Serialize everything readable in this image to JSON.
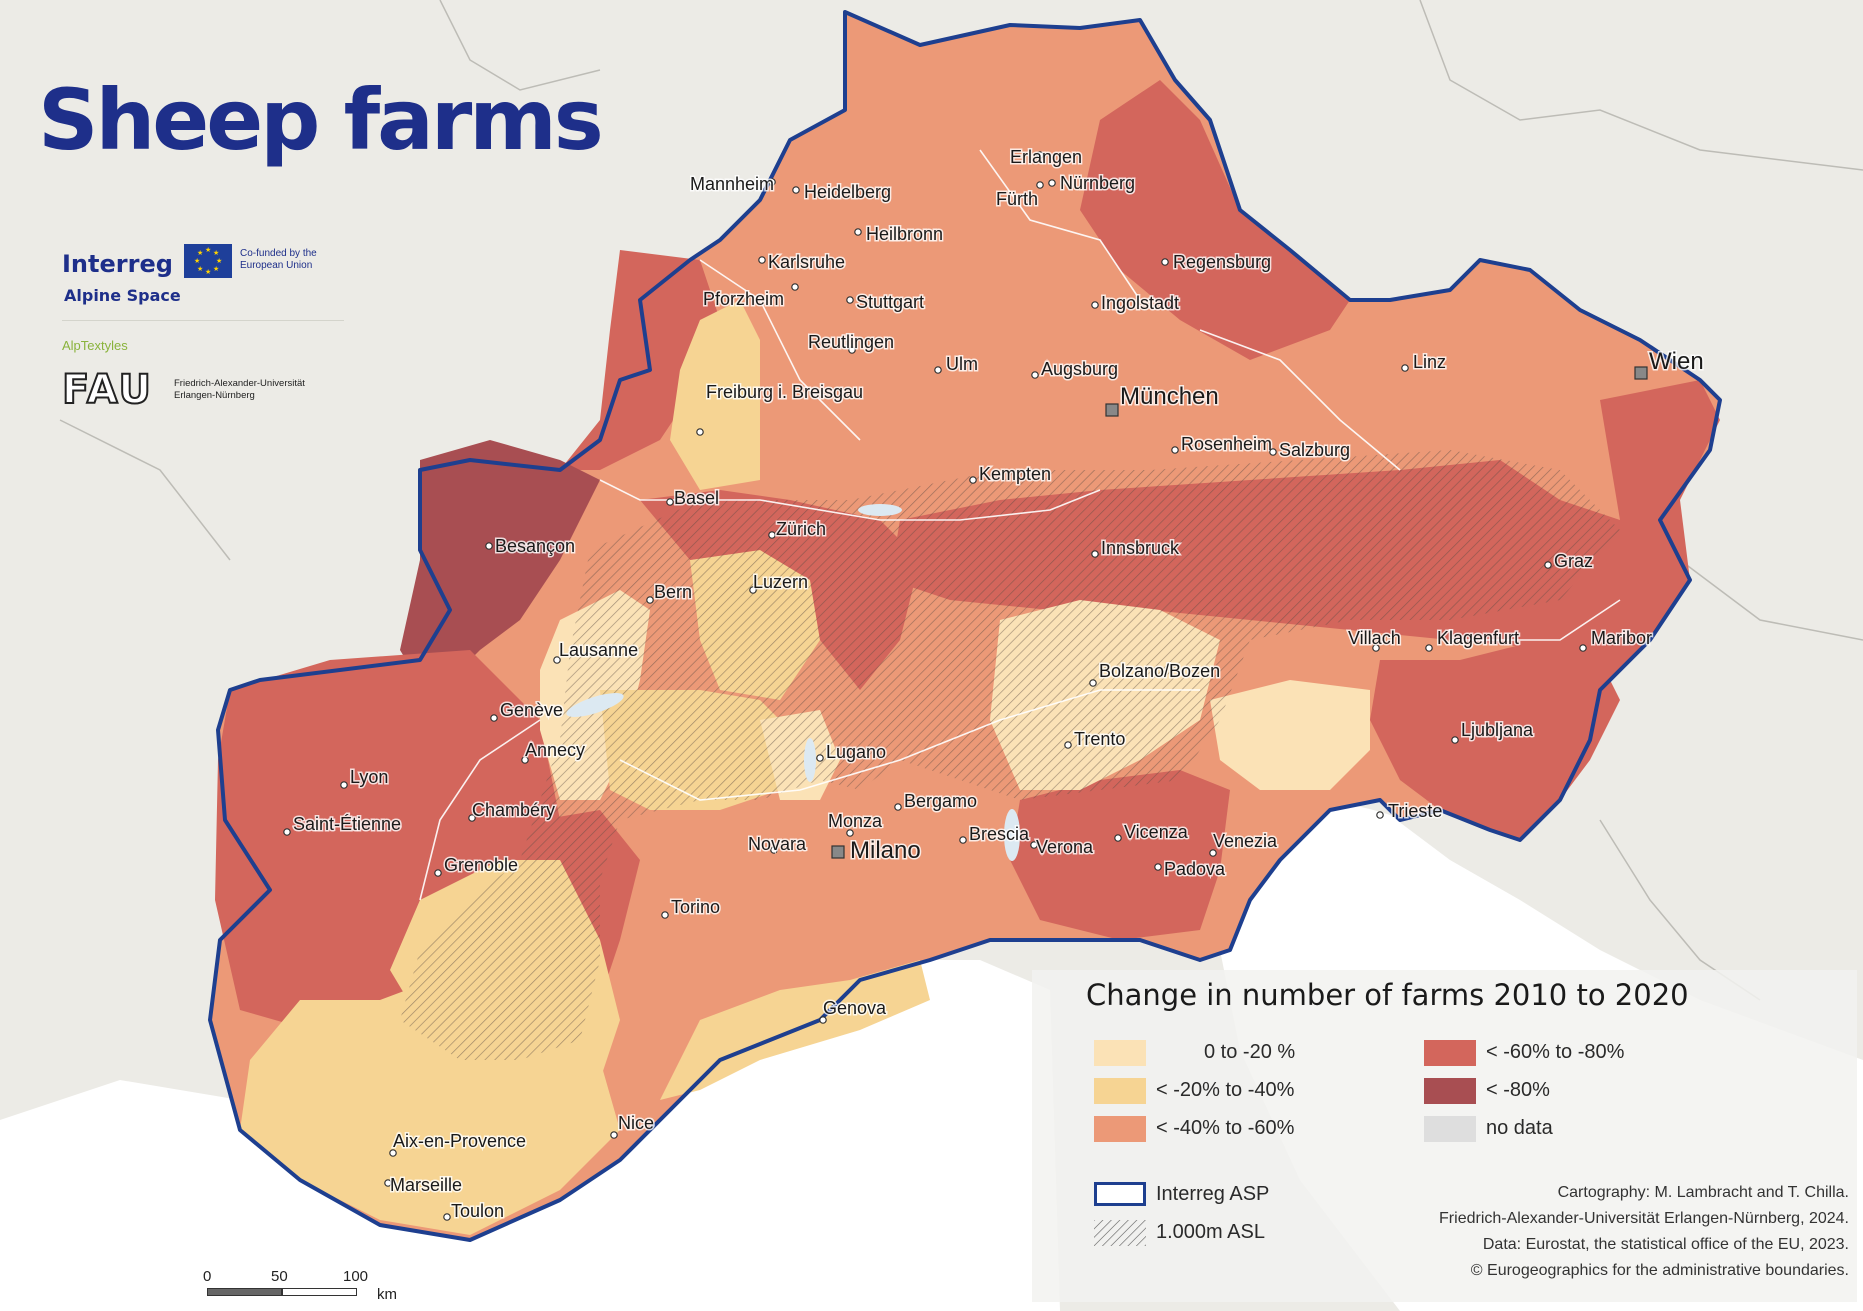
{
  "title": "Sheep farms",
  "logos": {
    "interreg": "Interreg",
    "eu_cofunded": "Co-funded by the European Union",
    "programme": "Alpine Space",
    "project": "AlpTextyles",
    "fau": "FAU",
    "fau_name": "Friedrich-Alexander-Universität Erlangen-Nürnberg"
  },
  "legend": {
    "title": "Change in number of farms 2010 to 2020",
    "classes": [
      {
        "label": "0 to -20 %",
        "color": "#fbe2b6"
      },
      {
        "label": "< -20% to -40%",
        "color": "#f6d493"
      },
      {
        "label": "< -40% to -60%",
        "color": "#ec9977"
      },
      {
        "label": "< -60% to -80%",
        "color": "#d3665c"
      },
      {
        "label": "< -80%",
        "color": "#a84e52"
      },
      {
        "label": "no data",
        "color": "#dedede"
      }
    ],
    "boundary_label": "Interreg ASP",
    "boundary_color": "#1e3f8f",
    "hatch_label": "1.000m ASL"
  },
  "credits": [
    "Cartography: M. Lambracht and T. Chilla.",
    "Friedrich-Alexander-Universität Erlangen-Nürnberg, 2024.",
    "Data: Eurostat, the statistical office of the EU, 2023.",
    "© Eurogeographics for the administrative boundaries."
  ],
  "scale": {
    "ticks": [
      "0",
      "50",
      "100"
    ],
    "unit": "km"
  },
  "cities": [
    {
      "name": "Mannheim"
    },
    {
      "name": "Heidelberg"
    },
    {
      "name": "Erlangen"
    },
    {
      "name": "Fürth"
    },
    {
      "name": "Nürnberg"
    },
    {
      "name": "Heilbronn"
    },
    {
      "name": "Karlsruhe"
    },
    {
      "name": "Regensburg"
    },
    {
      "name": "Pforzheim"
    },
    {
      "name": "Stuttgart"
    },
    {
      "name": "Ingolstadt"
    },
    {
      "name": "Reutlingen"
    },
    {
      "name": "Ulm"
    },
    {
      "name": "Augsburg"
    },
    {
      "name": "Linz"
    },
    {
      "name": "Wien"
    },
    {
      "name": "Freiburg i. Breisgau"
    },
    {
      "name": "München"
    },
    {
      "name": "Rosenheim"
    },
    {
      "name": "Salzburg"
    },
    {
      "name": "Kempten"
    },
    {
      "name": "Basel"
    },
    {
      "name": "Besançon"
    },
    {
      "name": "Zürich"
    },
    {
      "name": "Innsbruck"
    },
    {
      "name": "Graz"
    },
    {
      "name": "Luzern"
    },
    {
      "name": "Bern"
    },
    {
      "name": "Villach"
    },
    {
      "name": "Klagenfurt"
    },
    {
      "name": "Maribor"
    },
    {
      "name": "Lausanne"
    },
    {
      "name": "Bolzano/Bozen"
    },
    {
      "name": "Genève"
    },
    {
      "name": "Annecy"
    },
    {
      "name": "Trento"
    },
    {
      "name": "Ljubljana"
    },
    {
      "name": "Lugano"
    },
    {
      "name": "Lyon"
    },
    {
      "name": "Saint-Étienne"
    },
    {
      "name": "Chambéry"
    },
    {
      "name": "Bergamo"
    },
    {
      "name": "Monza"
    },
    {
      "name": "Trieste"
    },
    {
      "name": "Brescia"
    },
    {
      "name": "Vicenza"
    },
    {
      "name": "Novara"
    },
    {
      "name": "Milano"
    },
    {
      "name": "Verona"
    },
    {
      "name": "Venezia"
    },
    {
      "name": "Grenoble"
    },
    {
      "name": "Padova"
    },
    {
      "name": "Torino"
    },
    {
      "name": "Genova"
    },
    {
      "name": "Nice"
    },
    {
      "name": "Aix-en-Provence"
    },
    {
      "name": "Marseille"
    },
    {
      "name": "Toulon"
    }
  ]
}
